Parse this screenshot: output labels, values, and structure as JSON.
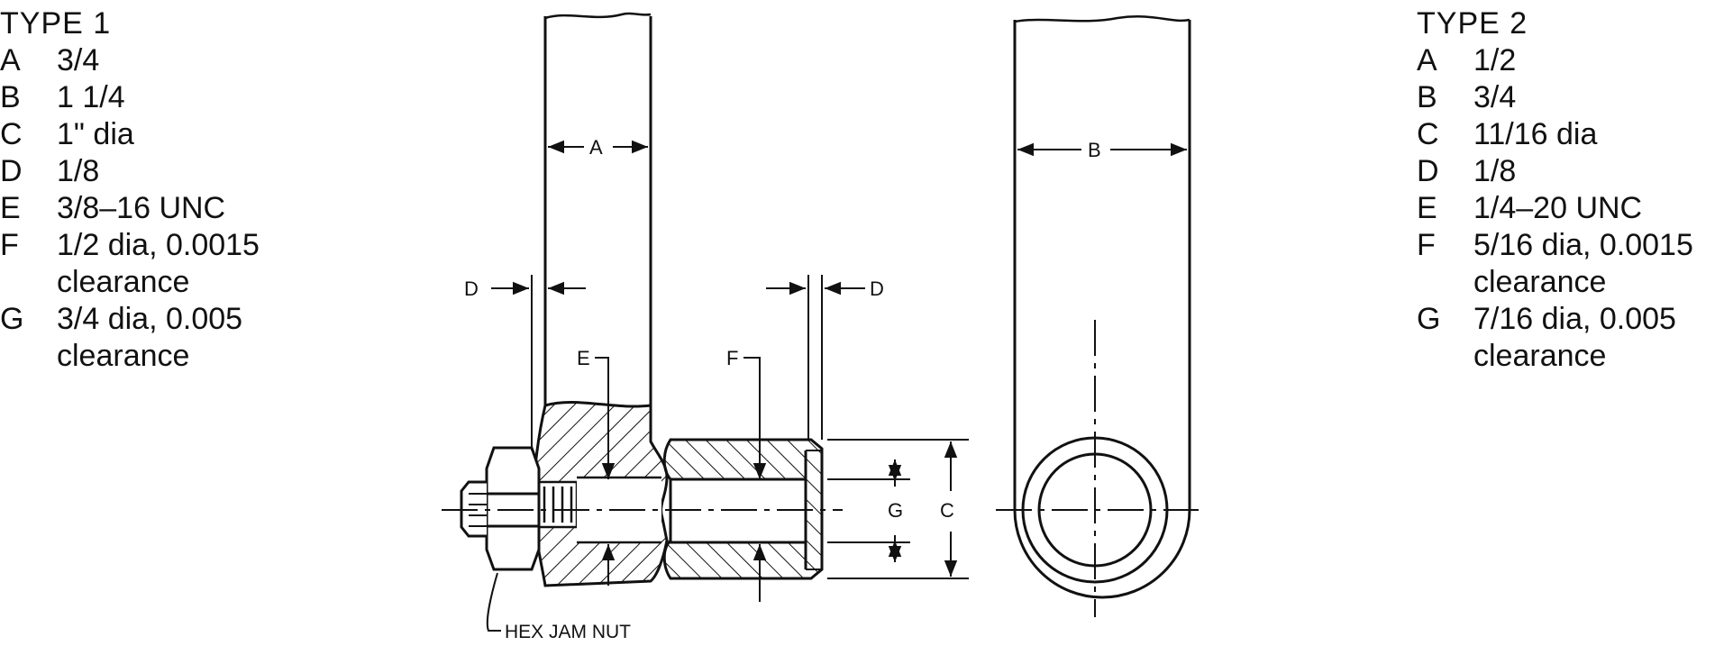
{
  "type1": {
    "title": "TYPE 1",
    "rows": [
      {
        "key": "A",
        "value": "3/4"
      },
      {
        "key": "B",
        "value": "1 1/4"
      },
      {
        "key": "C",
        "value": "1\" dia"
      },
      {
        "key": "D",
        "value": "1/8"
      },
      {
        "key": "E",
        "value": "3/8–16 UNC"
      },
      {
        "key": "F",
        "value": "1/2 dia, 0.0015",
        "cont": "clearance"
      },
      {
        "key": "G",
        "value": "3/4 dia, 0.005",
        "cont": "clearance"
      }
    ]
  },
  "type2": {
    "title": "TYPE 2",
    "rows": [
      {
        "key": "A",
        "value": "1/2"
      },
      {
        "key": "B",
        "value": "3/4"
      },
      {
        "key": "C",
        "value": "11/16 dia"
      },
      {
        "key": "D",
        "value": "1/8"
      },
      {
        "key": "E",
        "value": "1/4–20 UNC"
      },
      {
        "key": "F",
        "value": "5/16 dia, 0.0015",
        "cont": "clearance"
      },
      {
        "key": "G",
        "value": "7/16 dia, 0.005",
        "cont": "clearance"
      }
    ]
  },
  "labels": {
    "A": "A",
    "B": "B",
    "C": "C",
    "D_left": "D",
    "D_right": "D",
    "E": "E",
    "F": "F",
    "G": "G",
    "hex_nut": "HEX JAM NUT"
  }
}
